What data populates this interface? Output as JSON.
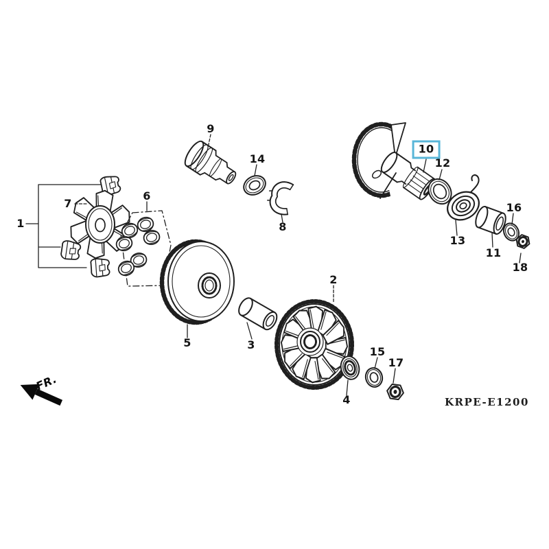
{
  "diagram": {
    "code": "KRPE-E1200",
    "fr_label": "FR."
  },
  "colors": {
    "line": "#1f1f1f",
    "background": "#ffffff",
    "highlight_box": "#58b6d8"
  },
  "callouts": [
    {
      "num": "1",
      "highlighted": false
    },
    {
      "num": "2",
      "highlighted": false
    },
    {
      "num": "3",
      "highlighted": false
    },
    {
      "num": "4",
      "highlighted": false
    },
    {
      "num": "5",
      "highlighted": false
    },
    {
      "num": "6",
      "highlighted": false
    },
    {
      "num": "7",
      "highlighted": false
    },
    {
      "num": "8",
      "highlighted": false
    },
    {
      "num": "9",
      "highlighted": false
    },
    {
      "num": "10",
      "highlighted": true
    },
    {
      "num": "11",
      "highlighted": false
    },
    {
      "num": "12",
      "highlighted": false
    },
    {
      "num": "13",
      "highlighted": false
    },
    {
      "num": "14",
      "highlighted": false
    },
    {
      "num": "15",
      "highlighted": false
    },
    {
      "num": "16",
      "highlighted": false
    },
    {
      "num": "17",
      "highlighted": false
    },
    {
      "num": "18",
      "highlighted": false
    }
  ]
}
